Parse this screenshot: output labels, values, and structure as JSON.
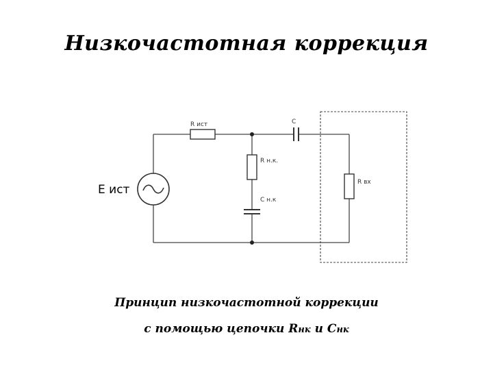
{
  "slide": {
    "title": "Низкочастотная коррекция"
  },
  "circuit": {
    "source_label": "Е ист",
    "r_source_label": "R ист",
    "r_nk_label": "R н.к.",
    "c_nk_label": "С н.к",
    "c_label": "С",
    "r_in_label": "R вх"
  },
  "caption": {
    "line1": "Принцип низкочастотной коррекции",
    "line2_prefix": "с помощью цепочки ",
    "r_letter": "R",
    "r_sub": "нк",
    "conj": " и ",
    "c_letter": "С",
    "c_sub": "нк"
  }
}
